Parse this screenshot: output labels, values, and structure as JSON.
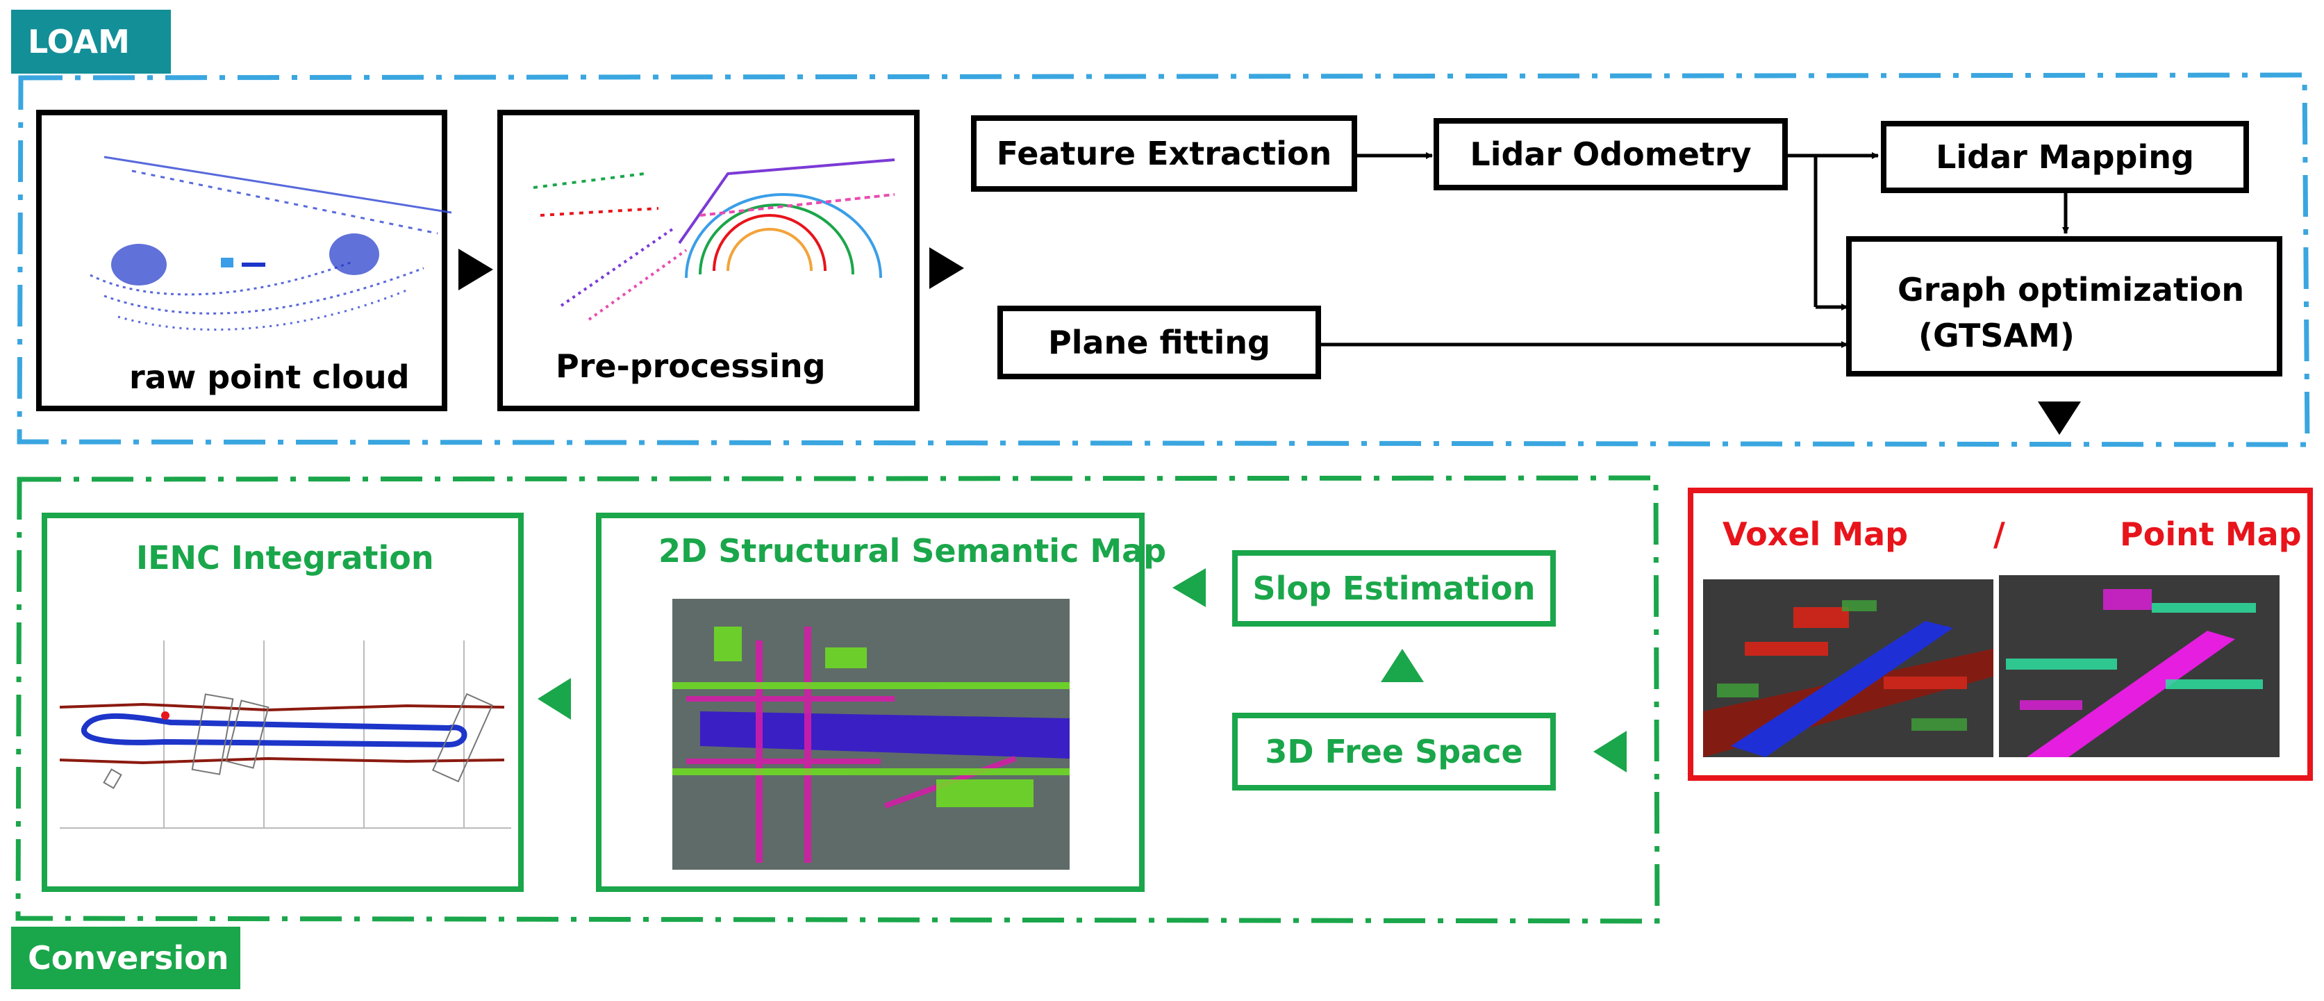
{
  "loam": {
    "tag": "LOAM",
    "raw_point_cloud": "raw point cloud",
    "pre_processing": "Pre-processing",
    "feature_extraction": "Feature Extraction",
    "lidar_odometry": "Lidar Odometry",
    "lidar_mapping": "Lidar Mapping",
    "graph_optimization": "Graph optimization",
    "gtsam": "(GTSAM)",
    "plane_fitting": "Plane fitting"
  },
  "maps": {
    "voxel_map": "Voxel Map",
    "separator": "/",
    "point_map": "Point Map"
  },
  "conversion": {
    "tag": "Conversion",
    "ienc_integration": "IENC Integration",
    "semantic_map": "2D Structural Semantic Map",
    "slop_estimation": "Slop Estimation",
    "free_space": "3D Free Space"
  },
  "colors": {
    "loam_tag": "#138f97",
    "conversion_tag": "#1aa64a",
    "loam_border": "#3aa6e0",
    "conversion_border": "#1aa64a",
    "maps_border": "#e8141b"
  }
}
